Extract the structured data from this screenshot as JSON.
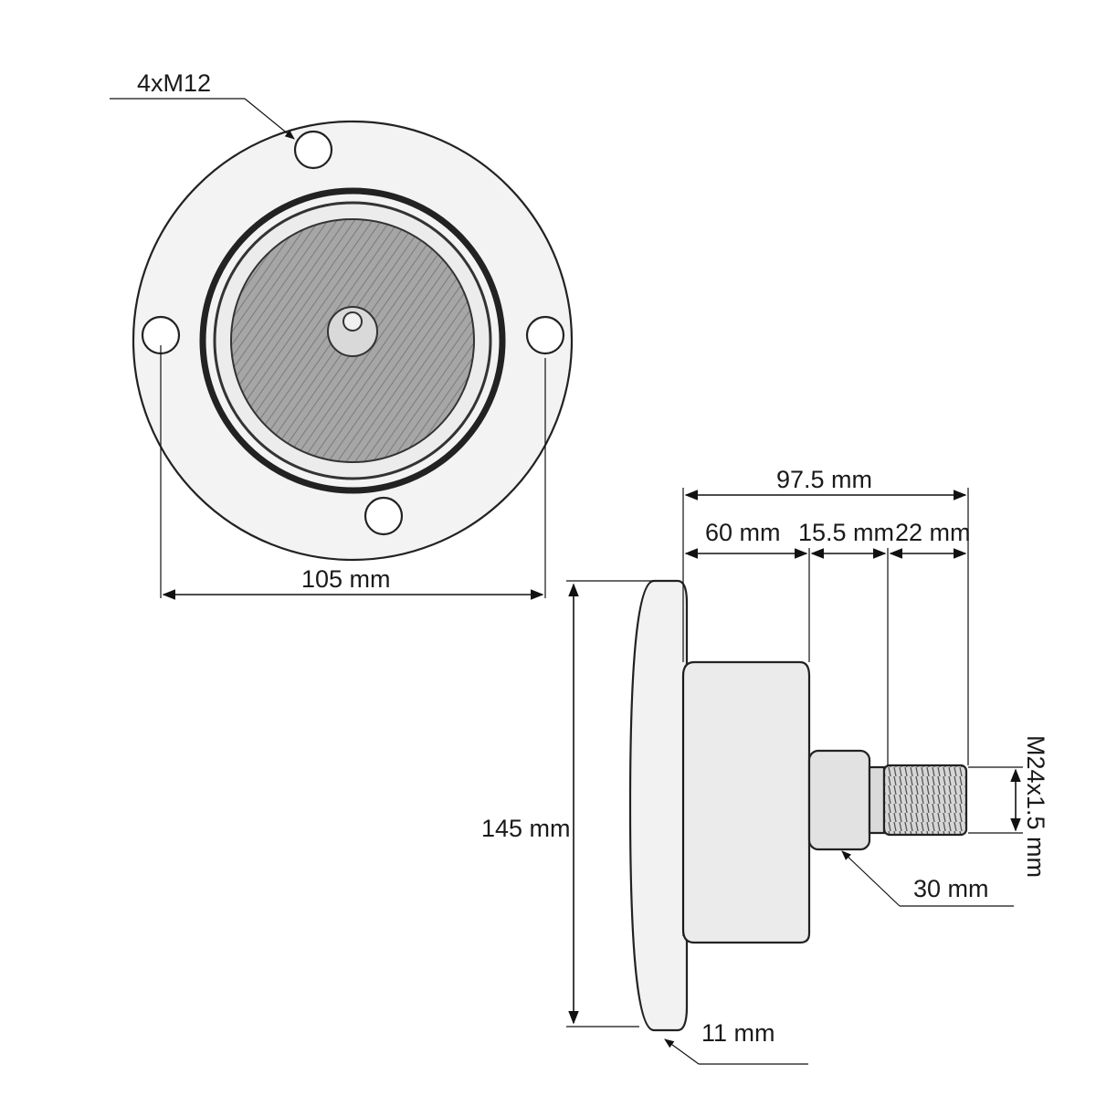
{
  "labels": {
    "bolt_holes": "4xM12",
    "flange_width": "105 mm",
    "total_length": "97.5 mm",
    "body_length": "60 mm",
    "neck_length": "15.5 mm",
    "thread_length": "22 mm",
    "flange_height": "145 mm",
    "thread_spec": "M24x1.5 mm",
    "shaft_diameter": "30 mm",
    "flange_thickness": "11 mm"
  },
  "colors": {
    "line": "#111111",
    "flange_fill": "#f2f2f2",
    "body_fill": "#e9e9e9",
    "filter_fill": "#a8a8a8",
    "thread_fill": "#cfcfcf"
  }
}
